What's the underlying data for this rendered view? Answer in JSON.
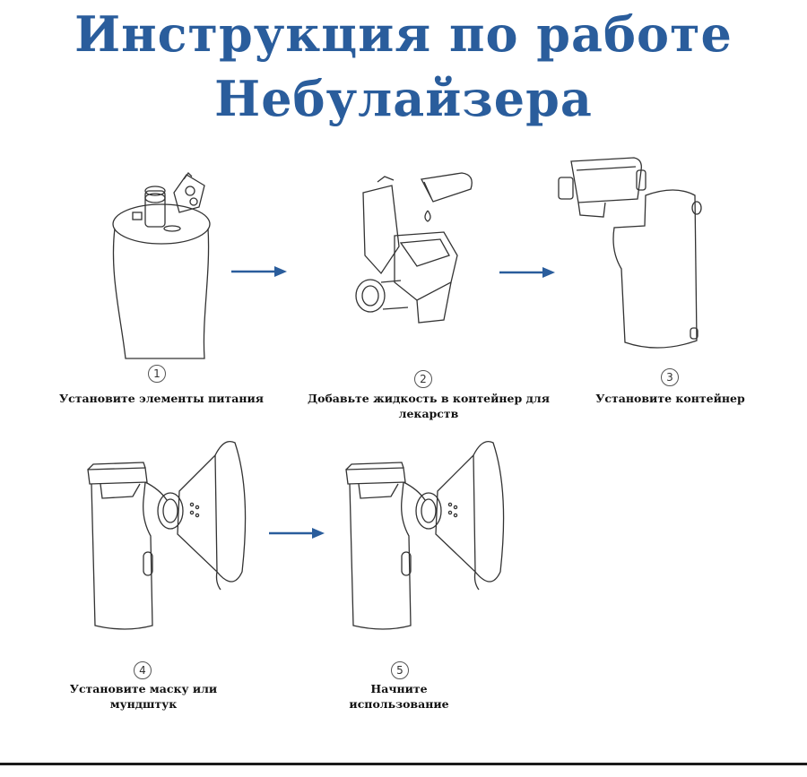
{
  "title": {
    "line1": "Инструкция по работе",
    "line2": "Небулайзера"
  },
  "colors": {
    "title": "#2a5d9c",
    "arrow": "#2a5d9c",
    "line_art": "#333333"
  },
  "steps": [
    {
      "number": "1",
      "caption": "Установите элементы питания",
      "icon": "battery-compartment-icon"
    },
    {
      "number": "2",
      "caption_line1": "Добавьте жидкость в контейнер для",
      "caption_line2": "лекарств",
      "icon": "fill-medicine-container-icon"
    },
    {
      "number": "3",
      "caption": "Установите контейнер",
      "icon": "attach-container-icon"
    },
    {
      "number": "4",
      "caption_line1": "Установите маску или",
      "caption_line2": "мундштук",
      "icon": "attach-mask-icon"
    },
    {
      "number": "5",
      "caption_line1": "Начните",
      "caption_line2": "использование",
      "icon": "nebulizer-ready-icon"
    }
  ]
}
